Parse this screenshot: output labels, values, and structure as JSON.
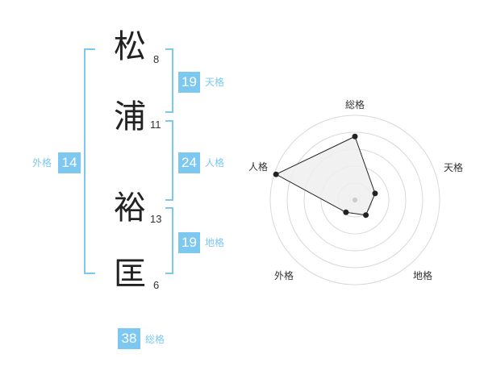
{
  "name": {
    "chars": [
      {
        "char": "松",
        "strokes": "8"
      },
      {
        "char": "浦",
        "strokes": "11"
      },
      {
        "char": "裕",
        "strokes": "13"
      },
      {
        "char": "匡",
        "strokes": "6"
      }
    ]
  },
  "kaku": {
    "tenkaku": {
      "value": "19",
      "label": "天格"
    },
    "jinkaku": {
      "value": "24",
      "label": "人格"
    },
    "chikaku": {
      "value": "19",
      "label": "地格"
    },
    "gaikaku": {
      "value": "14",
      "label": "外格"
    },
    "soukaku": {
      "value": "38",
      "label": "総格"
    }
  },
  "colors": {
    "accent": "#7cc8f0",
    "text": "#222222",
    "radar_fill": "#eeeeee"
  },
  "chart_data": {
    "type": "radar",
    "axes": [
      "総格",
      "天格",
      "地格",
      "外格",
      "人格"
    ],
    "values": [
      0.75,
      0.25,
      0.22,
      0.18,
      0.98
    ],
    "rings": 5
  }
}
